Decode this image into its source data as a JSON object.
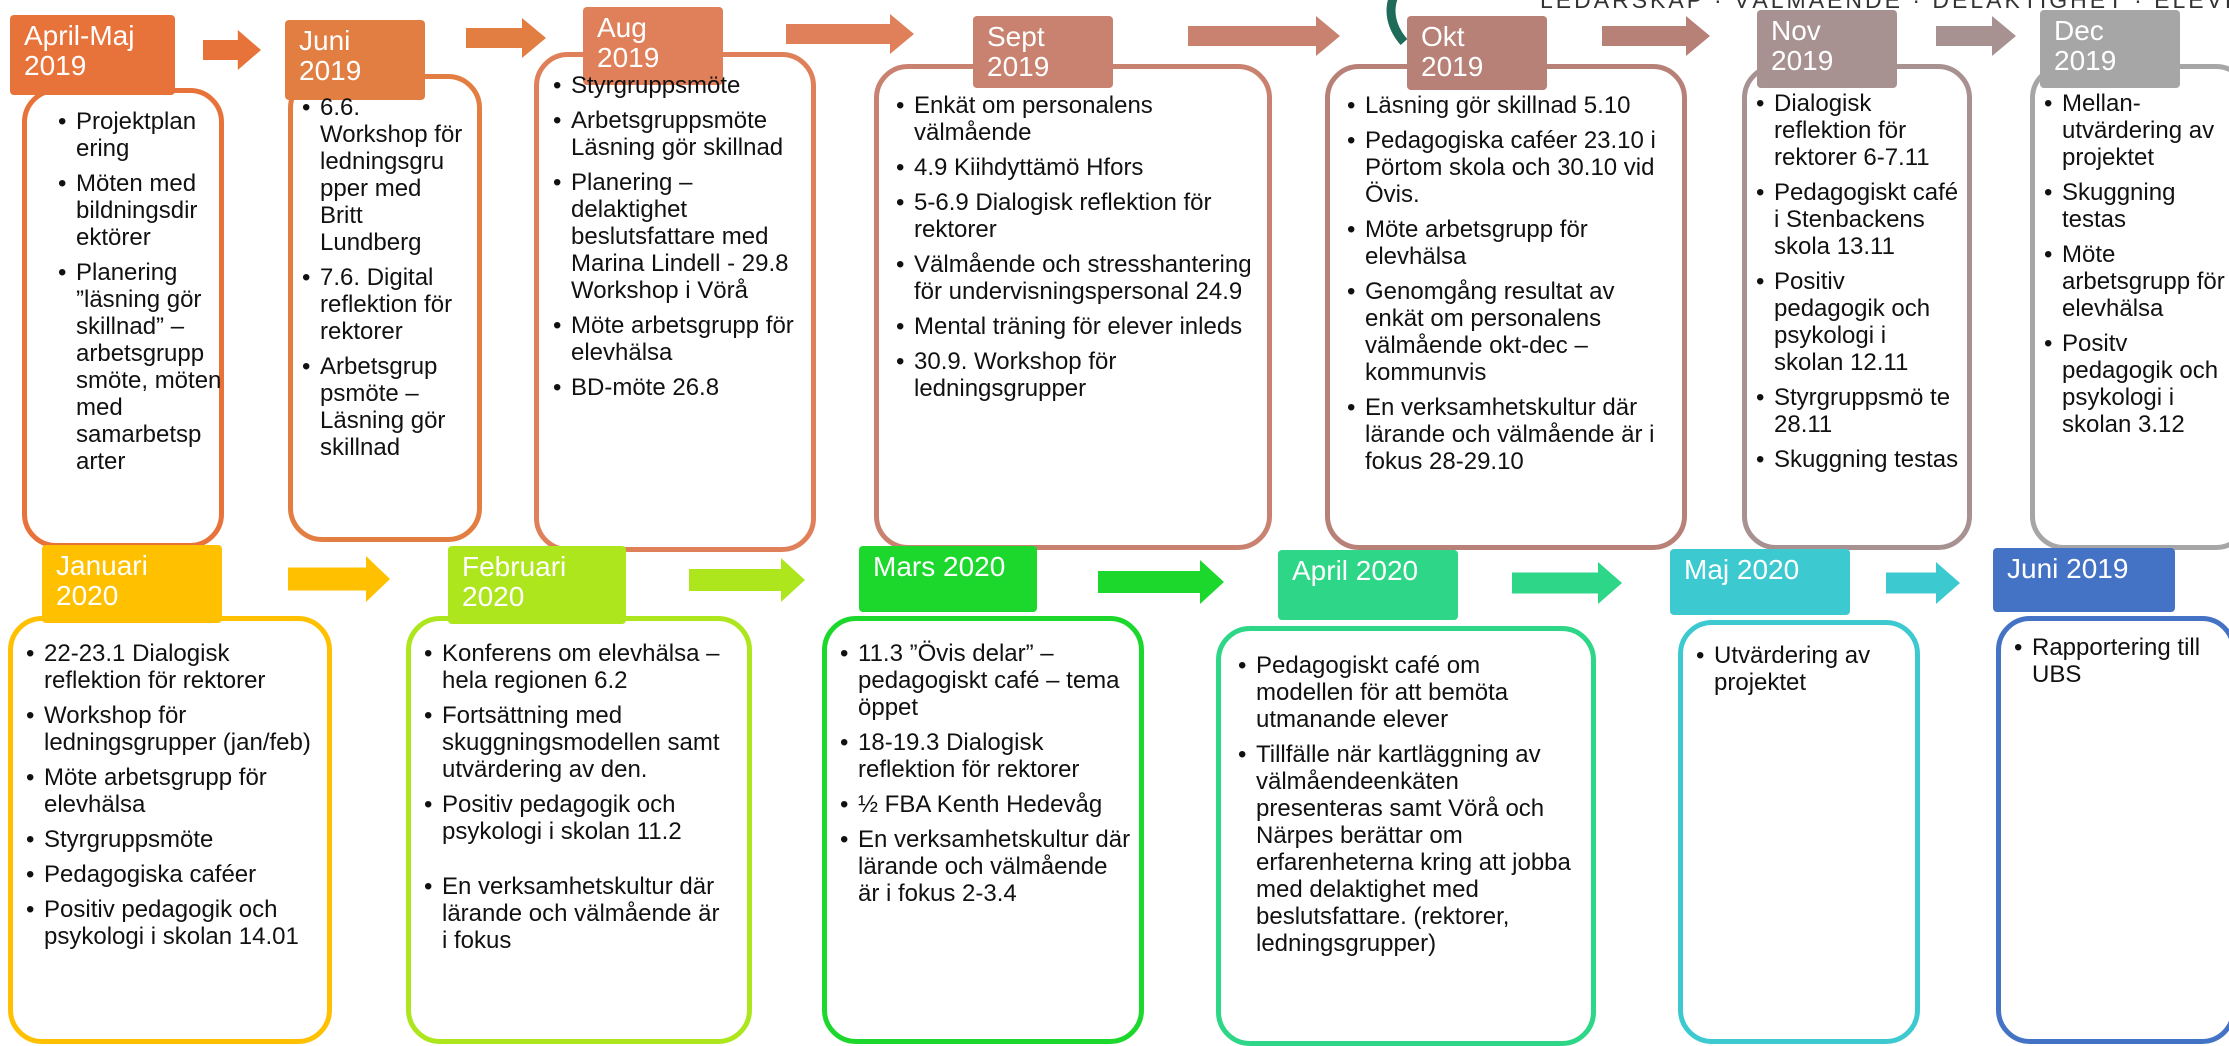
{
  "header": {
    "tagline": "LEDARSKAP · VÄLMÅENDE · DELAKTIGHET · ELEVHÄLSA"
  },
  "colors": {
    "aprmaj": "#E8733A",
    "juni": "#E27E42",
    "aug": "#E0805A",
    "sept": "#C9826F",
    "okt": "#B88177",
    "nov": "#A89191",
    "dec": "#A6A6A6",
    "jan": "#FFC000",
    "feb": "#AEE61E",
    "mar": "#1CD82C",
    "apr": "#2ED687",
    "maj": "#3DC9D0",
    "jun": "#4472C4"
  },
  "periods": [
    {
      "label": "April-Maj\n2019",
      "items": [
        "Projektplan ering",
        "Möten med bildningsdir ektörer",
        "Planering ”läsning gör skillnad” – arbetsgrupp smöte, möten med samarbetsp arter"
      ]
    },
    {
      "label": "Juni\n2019",
      "items": [
        "6.6. Workshop för ledningsgru pper med Britt Lundberg",
        "7.6. Digital reflektion för rektorer",
        "Arbetsgrup psmöte – Läsning gör skillnad"
      ]
    },
    {
      "label": "Aug\n2019",
      "items": [
        "Styrgruppsmöte",
        "Arbetsgruppsmöte Läsning gör skillnad",
        "Planering – delaktighet beslutsfattare med Marina Lindell - 29.8 Workshop i Vörå",
        "Möte arbetsgrupp för elevhälsa",
        "BD-möte 26.8"
      ]
    },
    {
      "label": "Sept\n2019",
      "items": [
        "Enkät om personalens välmående",
        "4.9 Kiihdyttämö Hfors",
        "5-6.9 Dialogisk reflektion för rektorer",
        "Välmående och stresshantering för undervisningspersonal 24.9",
        "Mental träning för elever inleds",
        "30.9. Workshop för ledningsgrupper"
      ]
    },
    {
      "label": "Okt\n2019",
      "items": [
        "Läsning gör skillnad 5.10",
        "Pedagogiska caféer 23.10 i Pörtom skola och 30.10 vid Övis.",
        "Möte arbetsgrupp för elevhälsa",
        "Genomgång resultat av enkät om personalens välmående okt-dec – kommunvis",
        "En verksamhetskultur där lärande och välmående är i fokus 28-29.10"
      ]
    },
    {
      "label": "Nov\n2019",
      "items": [
        "Dialogisk reflektion för rektorer 6-7.11",
        "Pedagogiskt café i Stenbackens skola 13.11",
        "Positiv pedagogik och psykologi i skolan 12.11",
        "Styrgruppsmö te 28.11",
        "Skuggning testas"
      ]
    },
    {
      "label": "Dec\n2019",
      "items": [
        "Mellan-utvärdering av projektet",
        "Skuggning testas",
        "Möte arbetsgrupp för elevhälsa",
        "Positv pedagogik och psykologi i skolan 3.12"
      ]
    },
    {
      "label": "Januari\n2020",
      "items": [
        "22-23.1 Dialogisk reflektion för rektorer",
        "Workshop för ledningsgrupper (jan/feb)",
        "Möte arbetsgrupp för elevhälsa",
        "Styrgruppsmöte",
        "Pedagogiska caféer",
        "Positiv pedagogik och psykologi i skolan 14.01"
      ]
    },
    {
      "label": "Februari\n2020",
      "items": [
        "Konferens om elevhälsa – hela regionen 6.2",
        "Fortsättning med skuggningsmodellen samt utvärdering av den.",
        "Positiv pedagogik och psykologi i skolan 11.2",
        "En verksamhetskultur där lärande och välmående är i fokus"
      ]
    },
    {
      "label": "Mars 2020",
      "items": [
        "11.3 ”Övis delar” – pedagogiskt café – tema öppet",
        "18-19.3 Dialogisk reflektion för rektorer",
        "½ FBA Kenth Hedevåg",
        "En verksamhetskultur där lärande och välmående är i fokus 2-3.4"
      ]
    },
    {
      "label": "April 2020",
      "items": [
        "Pedagogiskt café om modellen för att bemöta utmanande elever",
        "Tillfälle när kartläggning av välmåendeenkäten presenteras samt Vörå och Närpes berättar om erfarenheterna kring att jobba med delaktighet med beslutsfattare. (rektorer, ledningsgrupper)"
      ]
    },
    {
      "label": "Maj 2020",
      "items": [
        "Utvärdering av projektet"
      ]
    },
    {
      "label": "Juni 2019",
      "items": [
        "Rapportering till UBS"
      ]
    }
  ]
}
